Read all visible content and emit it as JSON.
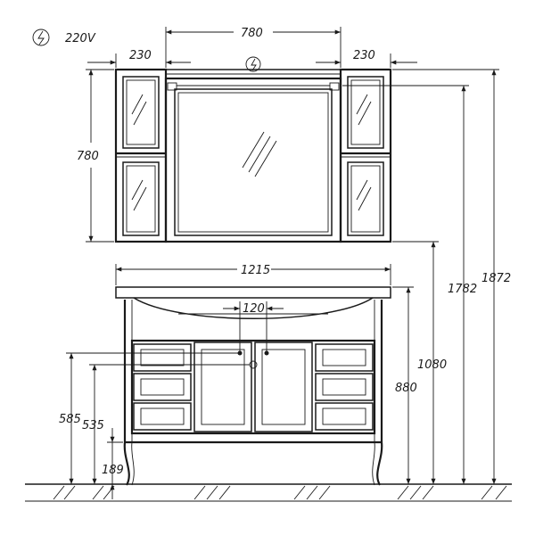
{
  "power": {
    "icon": "electric-symbol-icon",
    "label": "220V"
  },
  "dimensions": {
    "mirror_width": "780",
    "side_cabinet_width_left": "230",
    "side_cabinet_width_right": "230",
    "mirror_height": "780",
    "vanity_width": "1215",
    "handle_spacing": "120",
    "height_1872": "1872",
    "height_1782": "1782",
    "height_1080": "1080",
    "height_880": "880",
    "height_585": "585",
    "height_535": "535",
    "height_189": "189"
  },
  "colors": {
    "line": "#1a1a1a",
    "background": "#ffffff"
  }
}
